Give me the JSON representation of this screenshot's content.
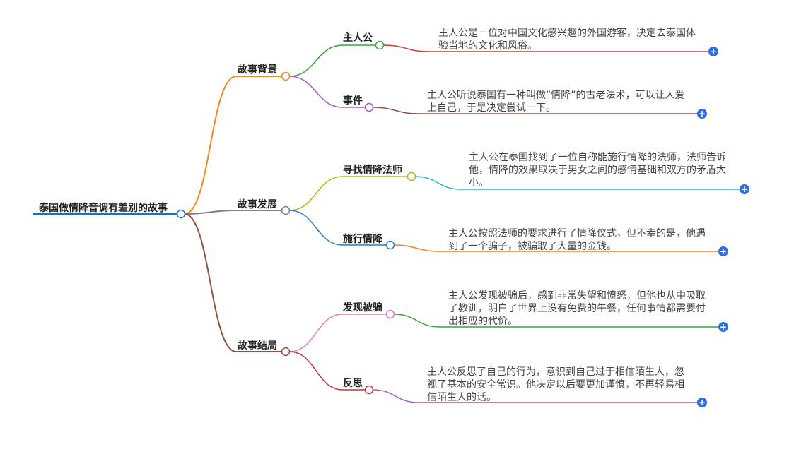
{
  "root": {
    "label": "泰国做情降音调有差别的故事",
    "color": "#1f6fbf"
  },
  "branches": [
    {
      "label": "故事背景",
      "color": "#ee8a1f",
      "children": [
        {
          "label": "主人公",
          "color": "#3aa23a",
          "line": "#d23b3b",
          "desc": "主人公是一位对中国文化感兴趣的外国游客，决定去泰国体验当地的文化和风俗。"
        },
        {
          "label": "事件",
          "color": "#a35bc2",
          "line": "#8c5345",
          "desc": "主人公听说泰国有一种叫做“情降”的古老法术，可以让人爱上自己，于是决定尝试一下。"
        }
      ]
    },
    {
      "label": "故事发展",
      "color": "#808080",
      "children": [
        {
          "label": "寻找情降法师",
          "color": "#b9b51a",
          "line": "#2bb7c6",
          "desc": "主人公在泰国找到了一位自称能施行情降的法师，法师告诉他，情降的效果取决于男女之间的感情基础和双方的矛盾大小。"
        },
        {
          "label": "施行情降",
          "color": "#2f7bb4",
          "line": "#ef8020",
          "desc": "主人公按照法师的要求进行了情降仪式，但不幸的是，他遇到了一个骗子，被骗取了大量的金钱。"
        }
      ]
    },
    {
      "label": "故事结局",
      "color": "#8c5345",
      "children": [
        {
          "label": "发现被骗",
          "color": "#e577bd",
          "line": "#3aa23a",
          "desc": "主人公发现被骗后，感到非常失望和愤怒，但他也从中吸取了教训，明白了世界上没有免费的午餐，任何事情都需要付出相应的代价。"
        },
        {
          "label": "反思",
          "color": "#c8323c",
          "line": "#a35bc2",
          "desc": "主人公反思了自己的行为，意识到自己过于相信陌生人，忽视了基本的安全常识。他决定以后要更加谨慎，不再轻易相信陌生人的话。"
        }
      ]
    }
  ],
  "expand_icon": "plus-circle-icon",
  "expand_symbol": "+"
}
